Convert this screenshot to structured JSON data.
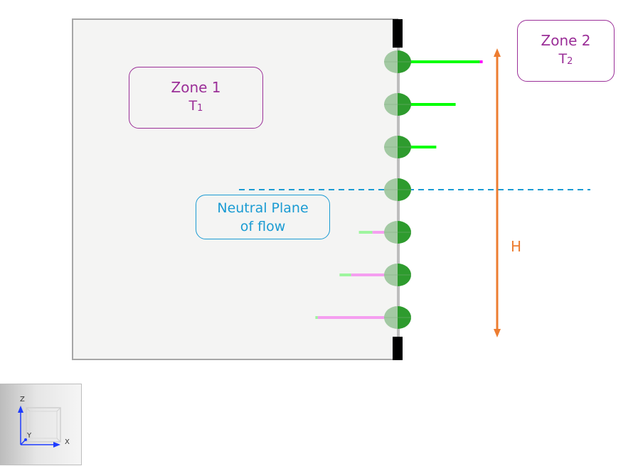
{
  "zones": [
    {
      "name": "Zone 1",
      "temp_symbol": "T",
      "temp_subscript": "1"
    },
    {
      "name": "Zone 2",
      "temp_symbol": "T",
      "temp_subscript": "2"
    }
  ],
  "neutral_plane": {
    "line1": "Neutral Plane",
    "line2": "of flow"
  },
  "height_label": "H",
  "flow_vectors": [
    {
      "level": 1,
      "direction": "out",
      "relative_magnitude": 0.68
    },
    {
      "level": 2,
      "direction": "out",
      "relative_magnitude": 0.48
    },
    {
      "level": 3,
      "direction": "out",
      "relative_magnitude": 0.32
    },
    {
      "level": 4,
      "direction": "neutral",
      "relative_magnitude": 0.0
    },
    {
      "level": 5,
      "direction": "in",
      "relative_magnitude": 0.32
    },
    {
      "level": 6,
      "direction": "in",
      "relative_magnitude": 0.48
    },
    {
      "level": 7,
      "direction": "in",
      "relative_magnitude": 0.68
    }
  ],
  "axes": {
    "z": "Z",
    "y": "Y",
    "x": "X"
  },
  "colors": {
    "zone_text": "#9b2f98",
    "neutral_text": "#1a9bd3",
    "height_arrow": "#ed7d31",
    "outflow": "#00ff00",
    "inflow": "#f59ef0",
    "node_dark": "#2e9b2e",
    "node_light": "#a3c9a3"
  }
}
